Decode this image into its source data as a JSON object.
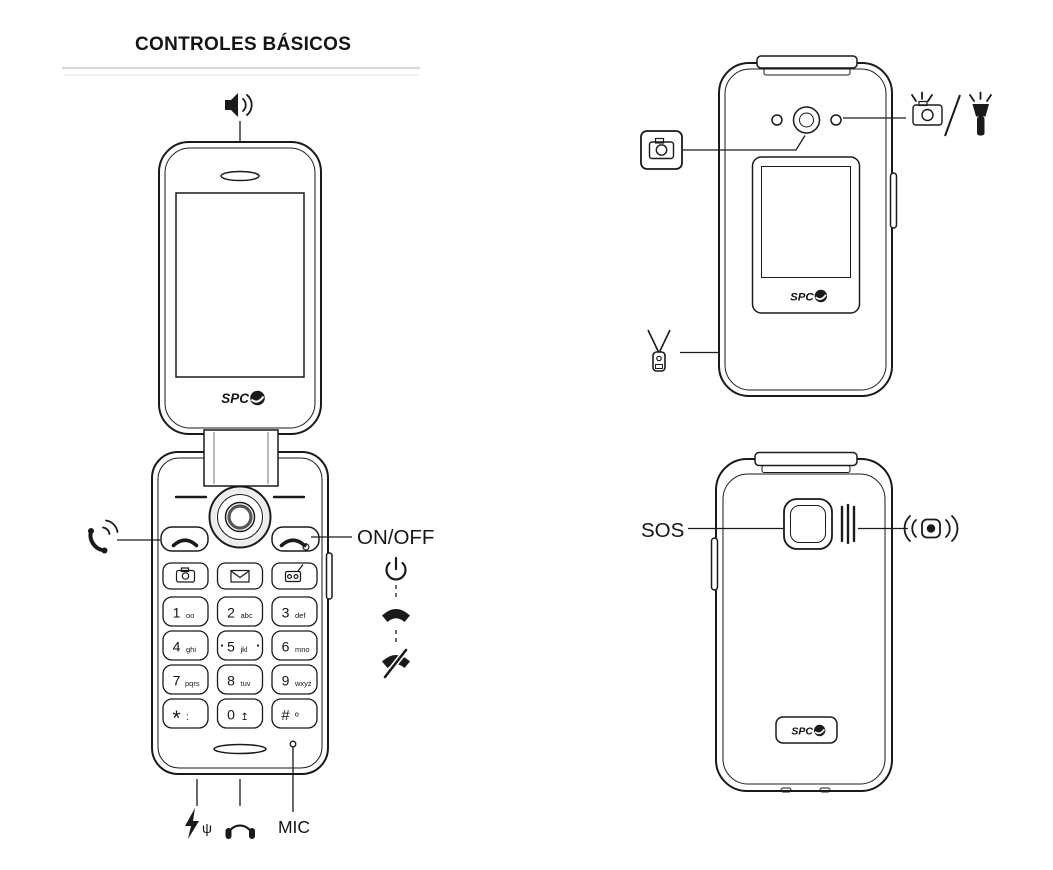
{
  "title": "CONTROLES BÁSICOS",
  "brand": "SPC",
  "callouts": {
    "on_off": "ON/OFF",
    "mic": "MIC",
    "sos": "SOS"
  },
  "icons": {
    "usb_symbol": "ψ"
  },
  "keypad": {
    "keys": [
      {
        "num": "1",
        "sub": "oo"
      },
      {
        "num": "2",
        "sub": "abc"
      },
      {
        "num": "3",
        "sub": "def"
      },
      {
        "num": "4",
        "sub": "ghi"
      },
      {
        "num": "5",
        "sub": "jkl"
      },
      {
        "num": "6",
        "sub": "mno"
      },
      {
        "num": "7",
        "sub": "pqrs"
      },
      {
        "num": "8",
        "sub": "tuv"
      },
      {
        "num": "9",
        "sub": "wxyz"
      },
      {
        "num": "*",
        "sub": ":"
      },
      {
        "num": "0",
        "sub": "↥"
      },
      {
        "num": "#",
        "sub": "º"
      }
    ]
  }
}
